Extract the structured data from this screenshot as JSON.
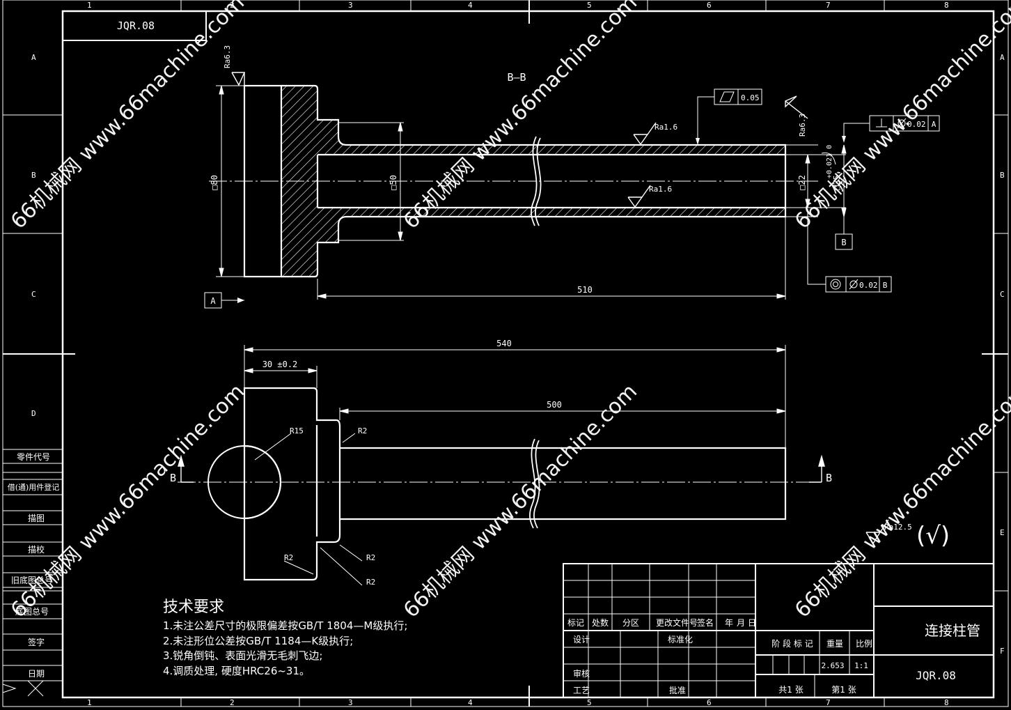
{
  "drawing_number": "JQR.08",
  "section_label": "B—B",
  "part_name": "连接柱管",
  "border": {
    "columns": [
      "1",
      "2",
      "3",
      "4",
      "5",
      "6",
      "7",
      "8"
    ],
    "rows": [
      "A",
      "B",
      "C",
      "D",
      "E",
      "F"
    ]
  },
  "datums": {
    "a": "A",
    "b": "B"
  },
  "cut_labels": {
    "left": "B",
    "right": "B"
  },
  "roughness": {
    "flange_face": "Ra6.3",
    "right_end": "Ra6.3",
    "outer_surface": "Ra1.6",
    "bore": "Ra1.6",
    "general": "Ra12.5",
    "general_symbol": "(√)"
  },
  "tolerances": {
    "flatness": {
      "value": "0.05"
    },
    "perpendicularity": {
      "value": "0.02",
      "datum": "A"
    },
    "concentricity": {
      "value": "0.02",
      "datum": "B"
    }
  },
  "dimensions": {
    "flange_square": "□80",
    "neck_square": "□50",
    "bore_square": "□22",
    "tube_square": "□35",
    "tube_fit_tol": "+0.021\n0",
    "length_510": "510",
    "length_540": "540",
    "length_500": "500",
    "flange_thickness": "30 ±0.2",
    "radius_15": "R15",
    "radius_2": "R2"
  },
  "tech_requirements": {
    "title": "技术要求",
    "items": [
      "1.未注公差尺寸的极限偏差按GB/T 1804—M级执行;",
      "2.未注形位公差按GB/T 1184—K级执行;",
      "3.锐角倒钝、表面光滑无毛刺飞边;",
      "4.调质处理, 硬度HRC26~31。"
    ]
  },
  "title_block": {
    "rev_headers": [
      "标记",
      "处数",
      "分区",
      "更改文件号",
      "签名",
      "年",
      "月",
      "日"
    ],
    "design": "设计",
    "standardization": "标准化",
    "review": "审核",
    "process": "工艺",
    "approve": "批准",
    "stage_mark": "阶 段 标 记",
    "weight": "重量",
    "scale": "比例",
    "weight_value": "2.653",
    "scale_value": "1:1",
    "total_sheets": "共1 张",
    "sheet_no": "第1 张"
  },
  "side_panel": [
    "零件代号",
    "借(通)用件登记",
    "描图",
    "描校",
    "旧底图总号",
    "底图总号",
    "签字",
    "日期"
  ],
  "watermark": "66机械网 www.66machine.com"
}
